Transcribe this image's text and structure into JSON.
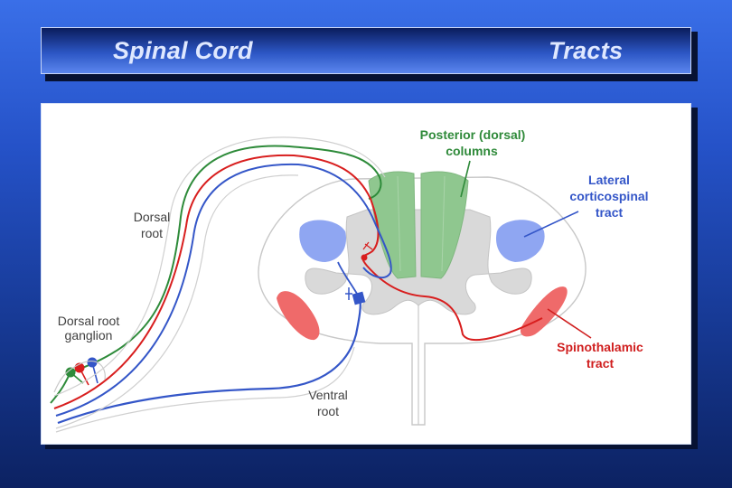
{
  "header": {
    "title_left": "Spinal Cord",
    "title_right": "Tracts"
  },
  "diagram": {
    "labels": {
      "posterior_line1": "Posterior (dorsal)",
      "posterior_line2": "columns",
      "lateral_line1": "Lateral",
      "lateral_line2": "corticospinal",
      "lateral_line3": "tract",
      "dorsal_root_line1": "Dorsal",
      "dorsal_root_line2": "root",
      "ganglion_line1": "Dorsal root",
      "ganglion_line2": "ganglion",
      "spinothalamic_line1": "Spinothalamic",
      "spinothalamic_line2": "tract",
      "ventral_root_line1": "Ventral",
      "ventral_root_line2": "root"
    },
    "colors": {
      "posterior_columns": "#8fc78f",
      "lateral_corticospinal": "#8fa6f2",
      "spinothalamic": "#ef6a6a",
      "grey_matter": "#d9d9d9",
      "outline": "#c8c8c8",
      "green_fiber": "#2e8b3a",
      "red_fiber": "#d81e1e",
      "blue_fiber": "#3456c8",
      "green_label": "#2f8a3a",
      "blue_label": "#3456c8",
      "red_label": "#d01f1f",
      "dark_label": "#404040"
    }
  }
}
